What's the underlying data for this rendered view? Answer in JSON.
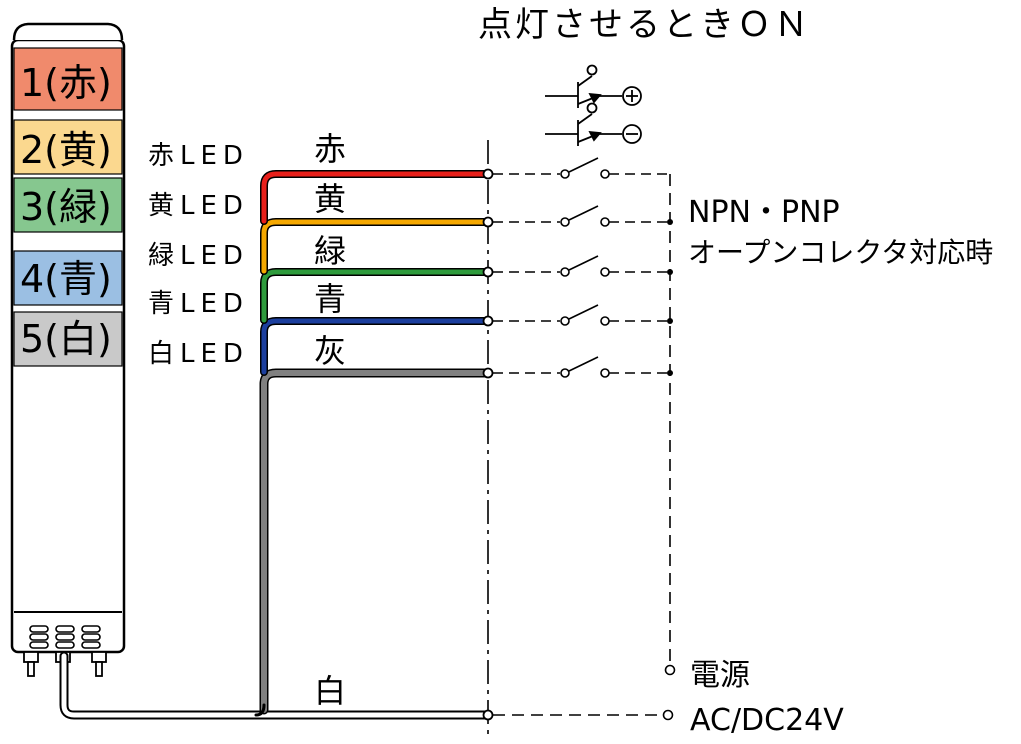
{
  "title": "点灯させるときＯＮ",
  "tower": {
    "segments": [
      {
        "label": "1(赤)",
        "color": "#f08a6c"
      },
      {
        "label": "2(黄)",
        "color": "#fbd88f"
      },
      {
        "label": "3(緑)",
        "color": "#86c78f"
      },
      {
        "label": "4(青)",
        "color": "#9bbfe3"
      },
      {
        "label": "5(白)",
        "color": "#c9c9c9"
      }
    ]
  },
  "leds": [
    {
      "label": "赤LED"
    },
    {
      "label": "黄LED"
    },
    {
      "label": "緑LED"
    },
    {
      "label": "青LED"
    },
    {
      "label": "白LED"
    }
  ],
  "wires": [
    {
      "label": "赤",
      "color": "#e8201b"
    },
    {
      "label": "黄",
      "color": "#f5a800"
    },
    {
      "label": "緑",
      "color": "#2e9b3c"
    },
    {
      "label": "青",
      "color": "#1c3f9e"
    },
    {
      "label": "灰",
      "color": "#808080"
    },
    {
      "label": "白",
      "color": "#ffffff"
    }
  ],
  "transistors": [
    {
      "symbol": "plus-icon"
    },
    {
      "symbol": "minus-icon"
    }
  ],
  "note_compatible": {
    "line1": "NPN・PNP",
    "line2": "オープンコレクタ対応時"
  },
  "power": {
    "line1": "電源",
    "line2": "AC/DC24V"
  }
}
